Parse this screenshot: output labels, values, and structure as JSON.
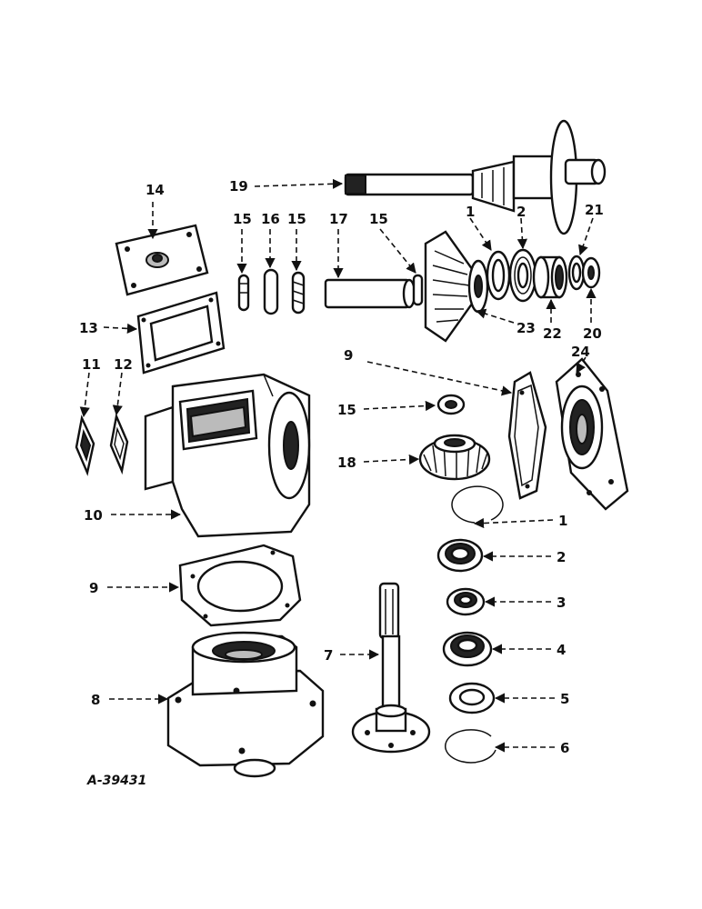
{
  "drawing_reference": "A-39431",
  "callouts": {
    "c1a": "1",
    "c1b": "1",
    "c2a": "2",
    "c2b": "2",
    "c3": "3",
    "c4": "4",
    "c5": "5",
    "c6": "6",
    "c7": "7",
    "c8": "8",
    "c9a": "9",
    "c9b": "9",
    "c10": "10",
    "c11": "11",
    "c12": "12",
    "c13": "13",
    "c14": "14",
    "c15a": "15",
    "c15b": "15",
    "c15c": "15",
    "c15d": "15",
    "c16": "16",
    "c17": "17",
    "c18": "18",
    "c19": "19",
    "c20": "20",
    "c21": "21",
    "c22": "22",
    "c23": "23",
    "c24": "24"
  }
}
